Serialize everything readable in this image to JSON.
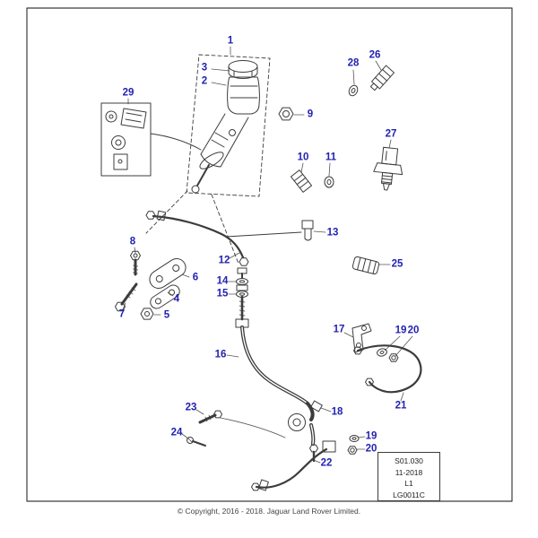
{
  "callouts": {
    "c1": "1",
    "c2": "2",
    "c3": "3",
    "c4": "4",
    "c5": "5",
    "c6": "6",
    "c7": "7",
    "c8": "8",
    "c9": "9",
    "c10": "10",
    "c11": "11",
    "c12": "12",
    "c13": "13",
    "c14": "14",
    "c15": "15",
    "c16": "16",
    "c17": "17",
    "c18": "18",
    "c19a": "19",
    "c19b": "19",
    "c20a": "20",
    "c20b": "20",
    "c21": "21",
    "c22": "22",
    "c23": "23",
    "c24": "24",
    "c25": "25",
    "c26": "26",
    "c27": "27",
    "c28": "28",
    "c29": "29"
  },
  "info_box": {
    "code": "S01.030",
    "date": "11-2018",
    "sheet": "L1",
    "drawing": "LG0011C"
  },
  "footer": {
    "copyright": "© Copyright, 2016 - 2018. Jaguar Land Rover Limited."
  },
  "colors": {
    "callout": "#2222b2",
    "line": "#3c3c3c",
    "leader": "#555555"
  }
}
